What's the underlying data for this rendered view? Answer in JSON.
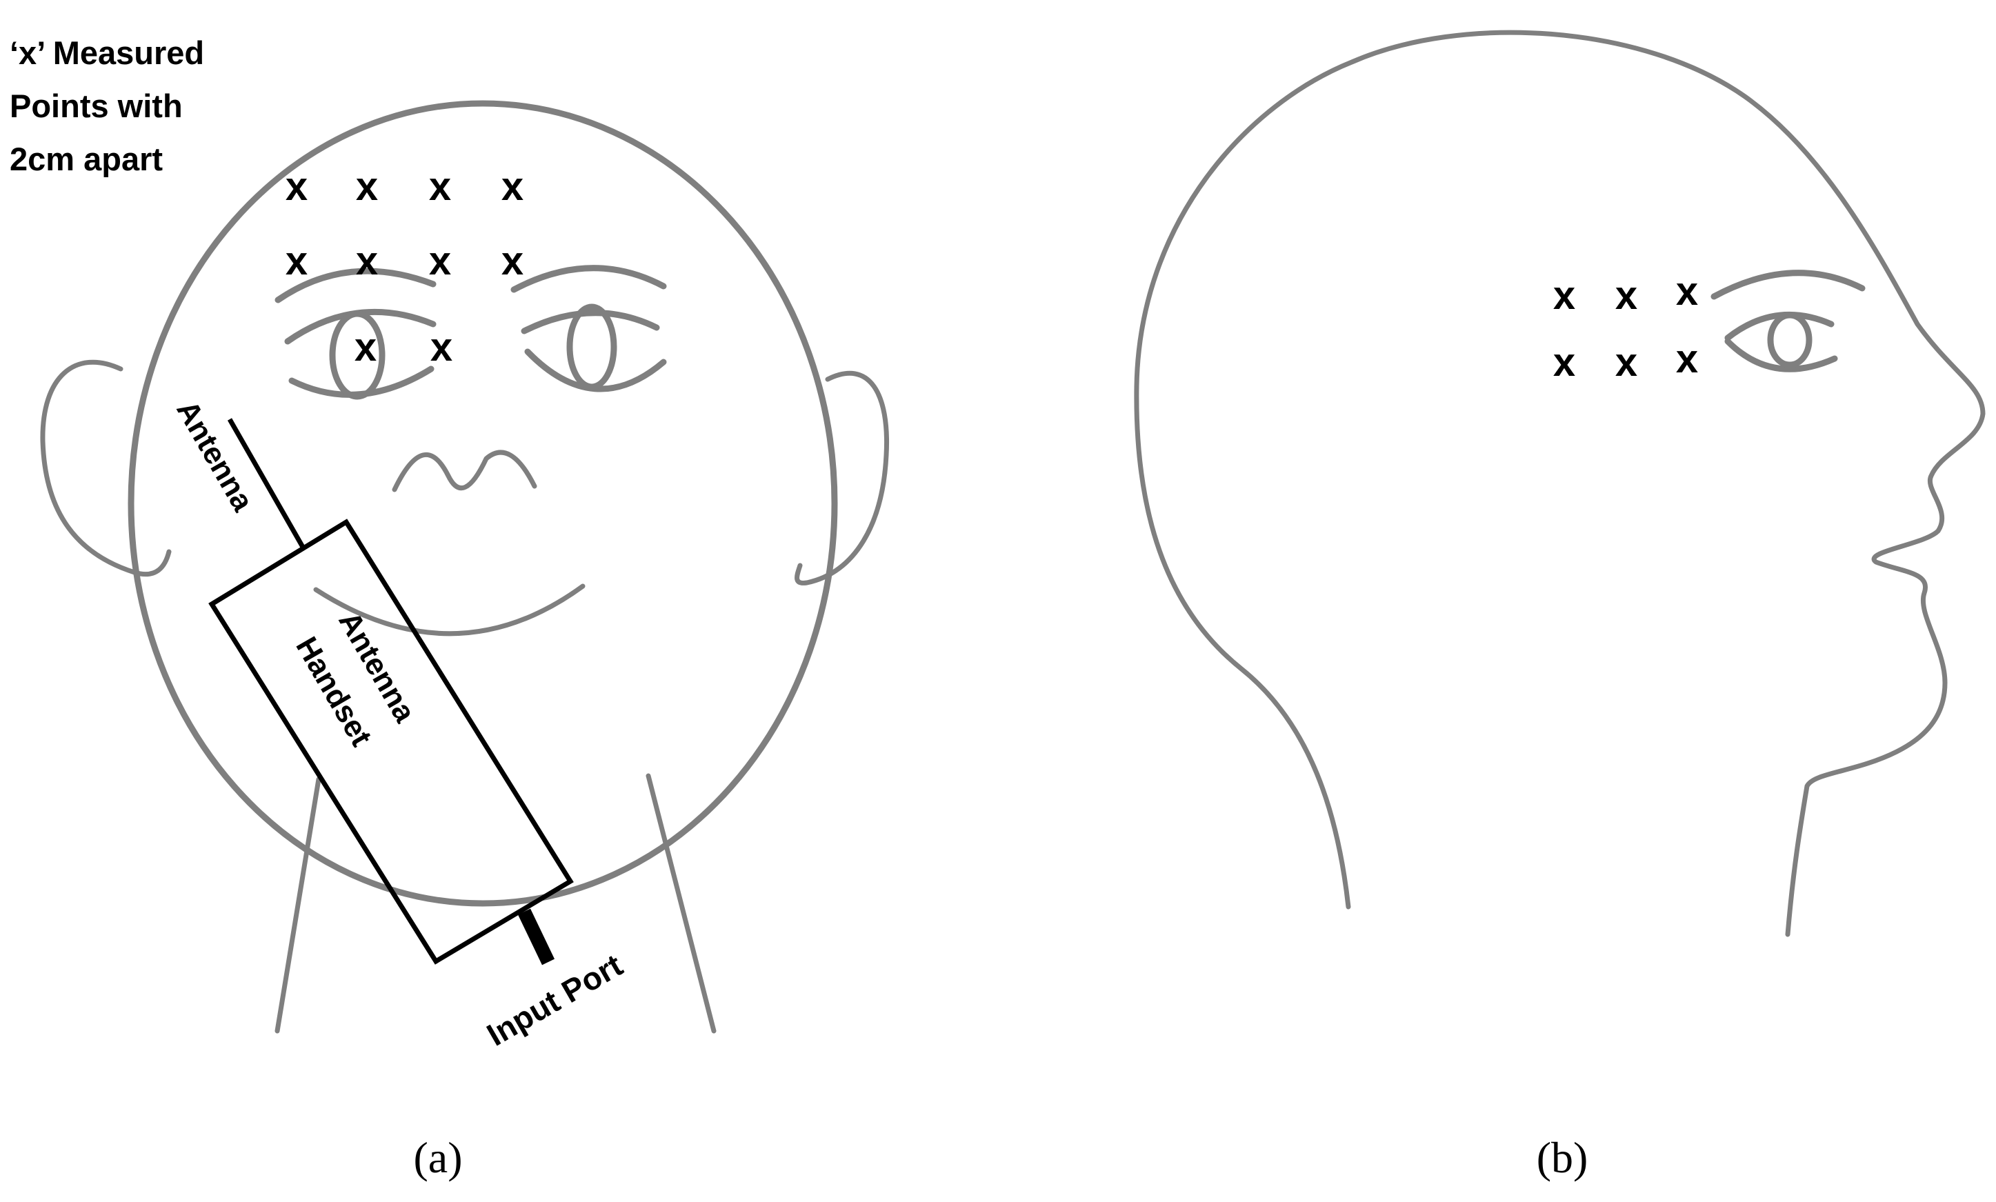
{
  "panel_a": {
    "legend_line1": "‘x’ Measured",
    "legend_line2": "Points with",
    "legend_line3": "2cm apart",
    "mark_symbol": "x",
    "mark_count": 10,
    "antenna_label": "Antenna",
    "handset_line1": "Antenna",
    "handset_line2": "Handset",
    "port_label": "Input Port",
    "caption": "(a)"
  },
  "panel_b": {
    "mark_symbol": "x",
    "mark_count": 6,
    "caption": "(b)"
  },
  "colors": {
    "outline": "#7f7f7f",
    "ink": "#000000"
  }
}
